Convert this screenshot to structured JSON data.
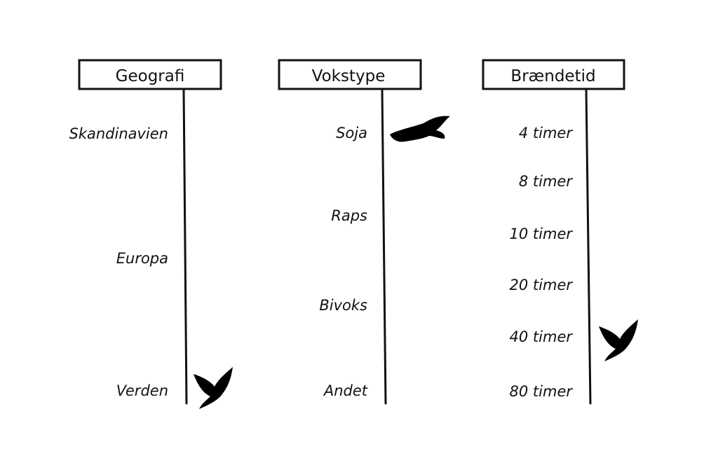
{
  "columns": [
    {
      "header": "Geografi",
      "labels": [
        "Skandinavien",
        "Europa",
        "Verden"
      ],
      "selected": "Verden"
    },
    {
      "header": "Vokstype",
      "labels": [
        "Soja",
        "Raps",
        "Bivoks",
        "Andet"
      ],
      "selected": "Soja"
    },
    {
      "header": "Brændetid",
      "labels": [
        "4 timer",
        "8 timer",
        "10 timer",
        "20 timer",
        "40 timer",
        "80 timer"
      ],
      "selected": "40 timer"
    }
  ],
  "marker_icon": "bird-silhouette-icon"
}
